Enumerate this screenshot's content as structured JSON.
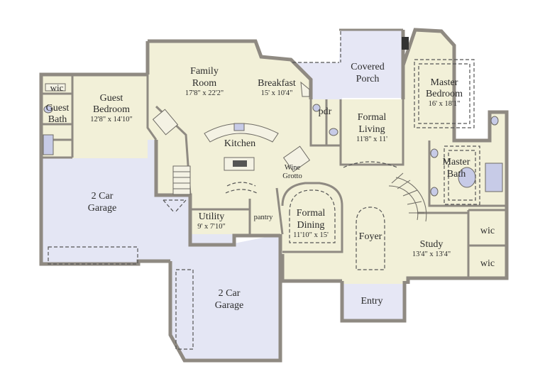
{
  "rooms": {
    "wic_guest": "wic",
    "guest_bath": [
      "Guest",
      "Bath"
    ],
    "guest_bedroom": [
      "Guest",
      "Bedroom"
    ],
    "guest_bedroom_dim": "12'8\" x 14'10\"",
    "family_room": [
      "Family",
      "Room"
    ],
    "family_room_dim": "17'8\" x 22'2\"",
    "breakfast": "Breakfast",
    "breakfast_dim": "15' x 10'4\"",
    "covered_porch": [
      "Covered",
      "Porch"
    ],
    "master_bedroom": [
      "Master",
      "Bedroom"
    ],
    "master_bedroom_dim": "16' x 18'1\"",
    "pdr": "pdr",
    "formal_living": [
      "Formal",
      "Living"
    ],
    "formal_living_dim": "11'8\" x 11'",
    "kitchen": "Kitchen",
    "wine_grotto": [
      "Wine",
      "Grotto"
    ],
    "master_bath": [
      "Master",
      "Bath"
    ],
    "garage_left": [
      "2 Car",
      "Garage"
    ],
    "utility": "Utility",
    "utility_dim": "9' x 7'10\"",
    "pantry": "pantry",
    "formal_dining": [
      "Formal",
      "Dining"
    ],
    "formal_dining_dim": "11'10\" x 15'",
    "foyer": "Foyer",
    "study": "Study",
    "study_dim": "13'4\" x 13'4\"",
    "wic_master_1": "wic",
    "wic_master_2": "wic",
    "garage_bottom": [
      "2 Car",
      "Garage"
    ],
    "entry": "Entry"
  },
  "colors": {
    "floor": "#f2f0d8",
    "garage": "#e4e6f4",
    "porch": "#e6e7f5",
    "wall": "#8f8a82"
  }
}
